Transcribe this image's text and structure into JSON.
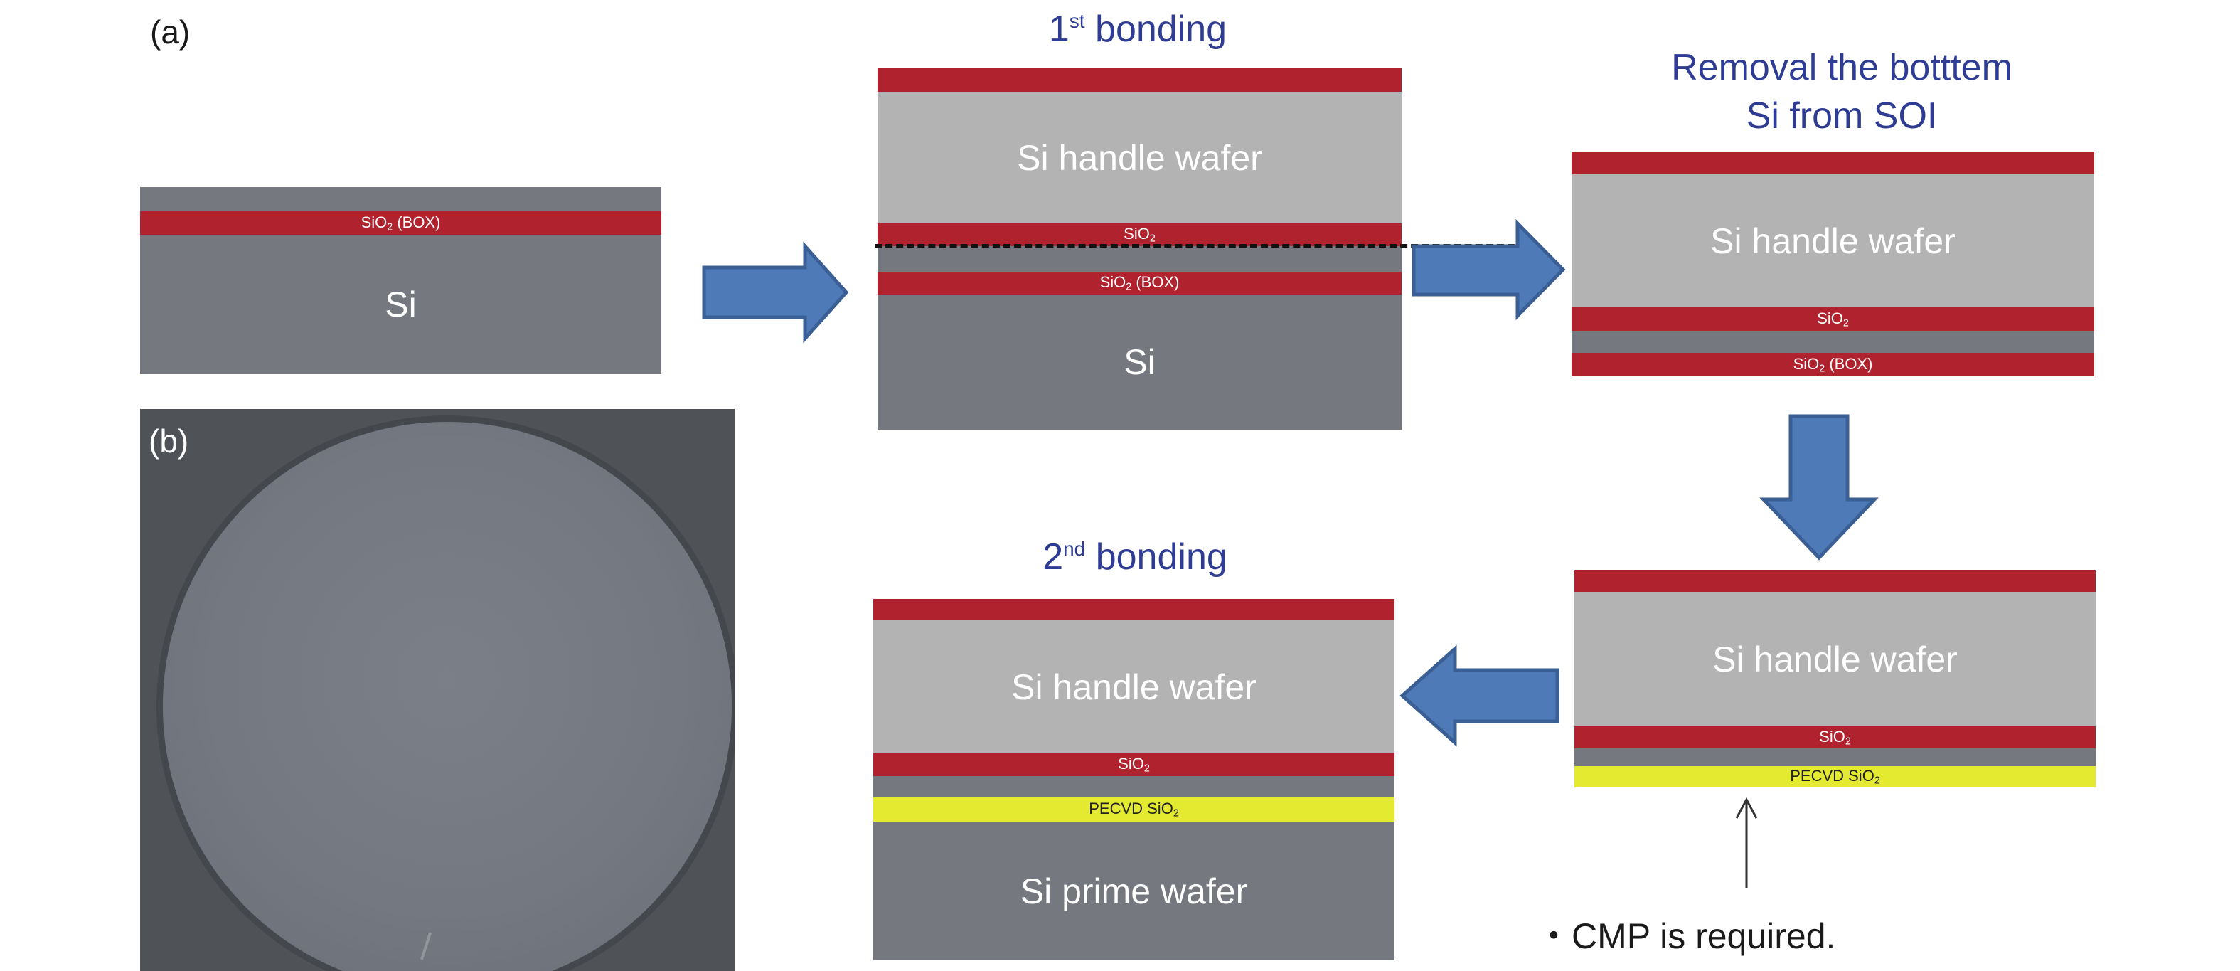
{
  "panels": {
    "a_label": "(a)",
    "b_label": "(b)"
  },
  "titles": {
    "first_bonding": {
      "number": "1",
      "suffix": "st",
      "text": " bonding"
    },
    "removal": {
      "line1": "Removal the botttem",
      "line2": "Si from SOI"
    },
    "second_bonding": {
      "number": "2",
      "suffix": "nd",
      "text": " bonding"
    }
  },
  "labels": {
    "sio2_box_prefix": "SiO",
    "sio2_box_sub": "2",
    "sio2_box_suffix": " (BOX)",
    "sio2_prefix": "SiO",
    "sio2_sub": "2",
    "pecvd_prefix": "PECVD SiO",
    "pecvd_sub": "2",
    "si": "Si",
    "si_handle_wafer": "Si handle wafer",
    "si_prime_wafer": "Si prime wafer"
  },
  "note": {
    "bullet": "・",
    "text": "CMP is required."
  },
  "colors": {
    "sio2": "#b0232e",
    "si_handle": "#b3b3b3",
    "si": "#75787f",
    "pecvd_sio2": "#e3ea30",
    "arrow_fill": "#4f7ab8",
    "arrow_stroke": "#3a5f94",
    "title_text": "#2e3c93"
  }
}
